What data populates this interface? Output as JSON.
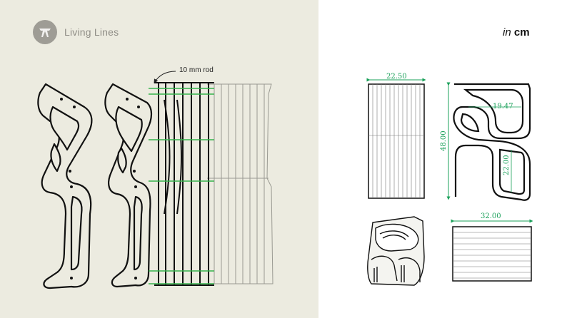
{
  "brand": {
    "name": "Living Lines"
  },
  "units": {
    "prefix": "in",
    "unit": "cm"
  },
  "annotation": {
    "rod": "10 mm rod"
  },
  "dimensions": {
    "front_width": "22.50",
    "inner_loop": "19.47",
    "height": "48.00",
    "lower_inner": "22.00",
    "top_depth": "32.00"
  },
  "colors": {
    "panel": "#ecebe0",
    "dimension": "#1aa05a",
    "rod": "#35b34a",
    "logo": "#9e9c95"
  }
}
